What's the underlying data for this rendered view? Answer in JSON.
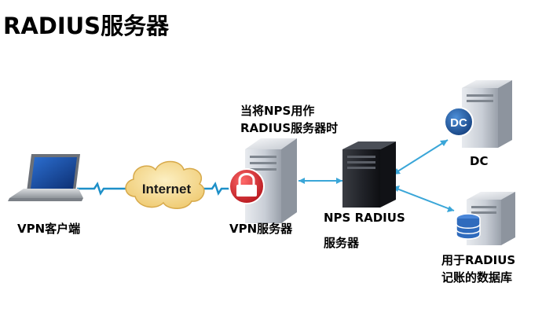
{
  "title": "RADIUS服务器",
  "nodes": {
    "vpn_client": {
      "label": "VPN客户端",
      "icon": "laptop-icon"
    },
    "internet": {
      "label": "Internet",
      "icon": "cloud-icon"
    },
    "vpn_server": {
      "label": "VPN服务器",
      "icon": "server-lock-icon"
    },
    "nps_radius": {
      "label_line1": "NPS RADIUS",
      "label_line2": "服务器",
      "icon": "server-tower-icon"
    },
    "dc": {
      "label": "DC",
      "badge": "DC",
      "icon": "server-dc-icon"
    },
    "db": {
      "label_line1": "用于RADIUS",
      "label_line2": "记账的数据库",
      "icon": "server-database-icon"
    }
  },
  "annotation": {
    "line1": "当将NPS用作",
    "line2": "RADIUS服务器时"
  },
  "colors": {
    "link": "#1e90c8",
    "connector": "#3aa6d8",
    "lock": "#d8222a",
    "badge": "#1f5ca8",
    "database": "#2f6bbd",
    "cloud": "#f3d58a"
  }
}
